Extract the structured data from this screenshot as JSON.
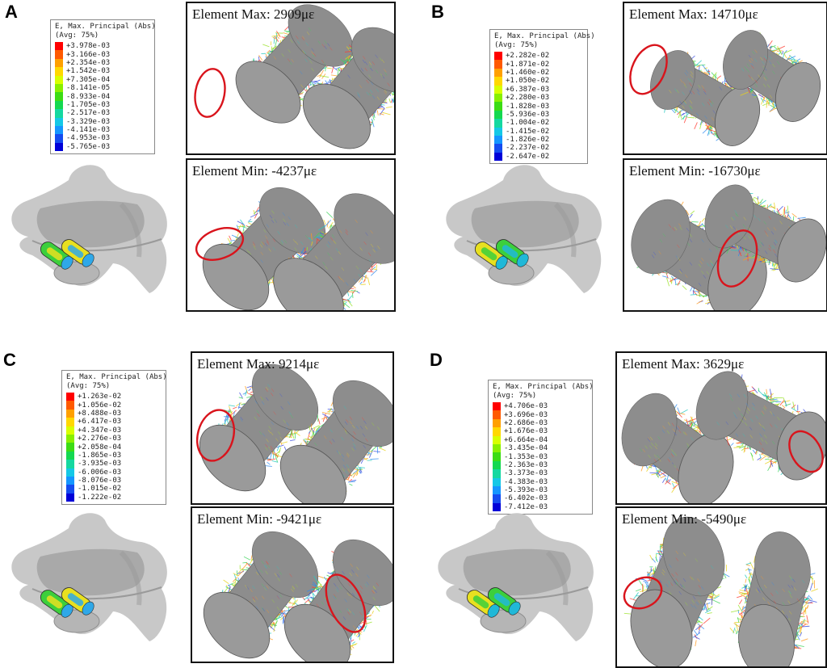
{
  "palette": [
    "#ff0000",
    "#ff5a00",
    "#ffa000",
    "#ffd800",
    "#d8ff00",
    "#88f000",
    "#3cdc14",
    "#14d850",
    "#14d8a0",
    "#14c8e6",
    "#1496ff",
    "#144cf0",
    "#0000d8"
  ],
  "panels": [
    {
      "letter": "A",
      "legend": {
        "title1": "E, Max. Principal (Abs)",
        "title2": "(Avg: 75%)",
        "values": [
          "+3.978e-03",
          "+3.166e-03",
          "+2.354e-03",
          "+1.542e-03",
          "+7.305e-04",
          "-8.141e-05",
          "-8.933e-04",
          "-1.705e-03",
          "-2.517e-03",
          "-3.329e-03",
          "-4.141e-03",
          "-4.953e-03",
          "-5.765e-03"
        ]
      },
      "max_label": "Element Max: 2909με",
      "min_label": "Element Min: -4237με"
    },
    {
      "letter": "B",
      "legend": {
        "title1": "E, Max. Principal (Abs)",
        "title2": "(Avg: 75%)",
        "values": [
          "+2.282e-02",
          "+1.871e-02",
          "+1.460e-02",
          "+1.050e-02",
          "+6.387e-03",
          "+2.280e-03",
          "-1.828e-03",
          "-5.936e-03",
          "-1.004e-02",
          "-1.415e-02",
          "-1.826e-02",
          "-2.237e-02",
          "-2.647e-02"
        ]
      },
      "max_label": "Element Max: 14710με",
      "min_label": "Element Min: -16730με"
    },
    {
      "letter": "C",
      "legend": {
        "title1": "E, Max. Principal (Abs)",
        "title2": "(Avg: 75%)",
        "values": [
          "+1.263e-02",
          "+1.056e-02",
          "+8.488e-03",
          "+6.417e-03",
          "+4.347e-03",
          "+2.276e-03",
          "+2.058e-04",
          "-1.865e-03",
          "-3.935e-03",
          "-6.006e-03",
          "-8.076e-03",
          "-1.015e-02",
          "-1.222e-02"
        ]
      },
      "max_label": "Element Max: 9214με",
      "min_label": "Element Min: -9421με"
    },
    {
      "letter": "D",
      "legend": {
        "title1": "E, Max. Principal (Abs)",
        "title2": "(Avg: 75%)",
        "values": [
          "+4.706e-03",
          "+3.696e-03",
          "+2.686e-03",
          "+1.676e-03",
          "+6.664e-04",
          "-3.435e-04",
          "-1.353e-03",
          "-2.363e-03",
          "-3.373e-03",
          "-4.383e-03",
          "-5.393e-03",
          "-6.402e-03",
          "-7.412e-03"
        ]
      },
      "max_label": "Element Max: 3629με",
      "min_label": "Element Min: -5490με"
    }
  ]
}
